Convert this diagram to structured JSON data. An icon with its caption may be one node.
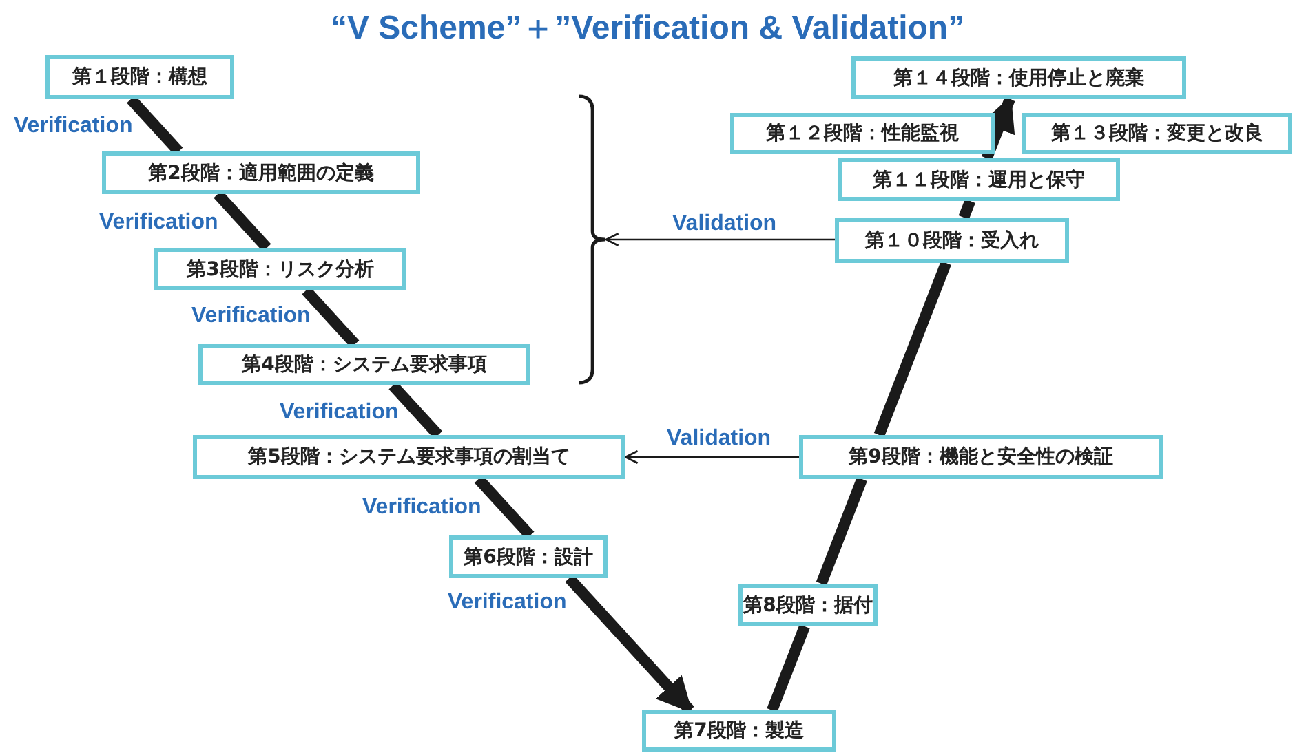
{
  "diagram": {
    "title": "“V Scheme”＋”Verification & Validation”",
    "nodes": [
      {
        "text": [
          "第１段階：構想"
        ]
      },
      {
        "text": [
          "第2段階：適用範囲の定義"
        ]
      },
      {
        "text": [
          "第3段階：リスク分析"
        ]
      },
      {
        "text": [
          "第4段階：システム要求事項"
        ]
      },
      {
        "text": [
          "第5段階：システム要求事項の割当て"
        ]
      },
      {
        "text": [
          "第6段階：設計"
        ]
      },
      {
        "text": [
          "第7段階：製造"
        ]
      },
      {
        "text": [
          "第8段階：据付"
        ]
      },
      {
        "text": [
          "第9段階：機能と安全性の検証"
        ]
      },
      {
        "text": [
          "第１０段階：受入れ"
        ]
      },
      {
        "text": [
          "第１１段階：運用と保守"
        ]
      },
      {
        "text": [
          "第１２段階：性能監視"
        ]
      },
      {
        "text": [
          "第１３段階：変更と改良"
        ]
      },
      {
        "text": [
          "第１４段階：使用停止と廃棄"
        ]
      },
      {
        "text": [],
        "shape": "bracket"
      }
    ],
    "edges": [
      {
        "from": 0,
        "to": 1,
        "arrow": "none",
        "label": "Verification"
      },
      {
        "from": 1,
        "to": 2,
        "arrow": "none",
        "label": "Verification"
      },
      {
        "from": 2,
        "to": 3,
        "arrow": "none",
        "label": "Verification"
      },
      {
        "from": 3,
        "to": 4,
        "arrow": "none",
        "label": "Verification"
      },
      {
        "from": 4,
        "to": 5,
        "arrow": "none",
        "label": "Verification"
      },
      {
        "from": 5,
        "to": 6,
        "arrow": "to",
        "label": "Verification"
      },
      {
        "from": 6,
        "to": 7,
        "arrow": "none"
      },
      {
        "from": 7,
        "to": 8,
        "arrow": "none"
      },
      {
        "from": 8,
        "to": 9,
        "arrow": "none"
      },
      {
        "from": 9,
        "to": 10,
        "arrow": "none"
      },
      {
        "from": 10,
        "to": 13,
        "arrow": "to"
      },
      {
        "from": 9,
        "to": 14,
        "arrow": "to",
        "label": "Validation"
      },
      {
        "from": 8,
        "to": 4,
        "arrow": "to",
        "label": "Validation"
      }
    ]
  }
}
